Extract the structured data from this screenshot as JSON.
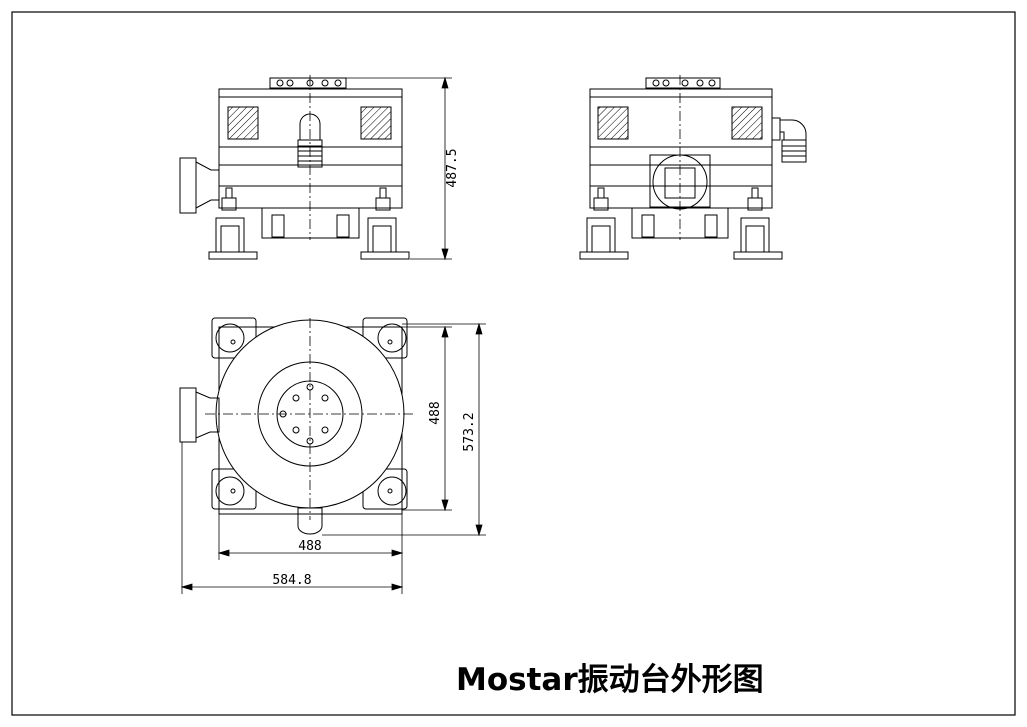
{
  "drawing": {
    "title": "Mostar振动台外形图",
    "dimensions": {
      "side_height": "487.5",
      "top_depth_inner": "488",
      "top_depth_outer": "573.2",
      "top_width_inner": "488",
      "top_width_outer": "584.8"
    }
  }
}
